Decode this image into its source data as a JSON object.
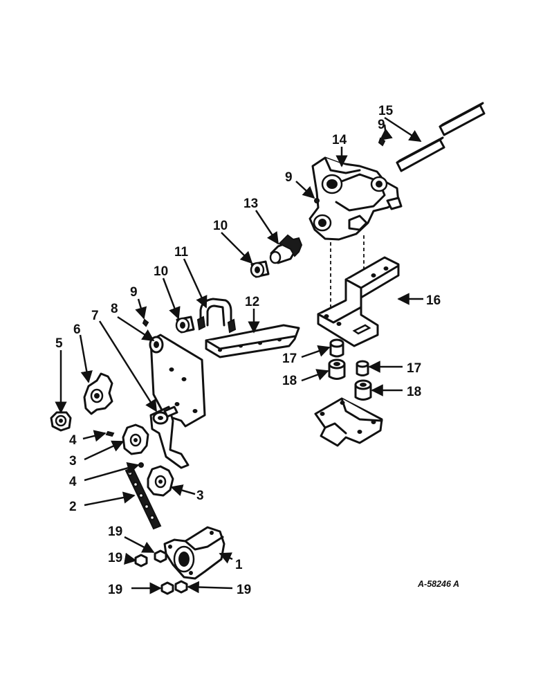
{
  "diagram": {
    "drawing_number": "A-58246 A",
    "callouts": {
      "c1": "1",
      "c2": "2",
      "c3a": "3",
      "c3b": "3",
      "c4a": "4",
      "c4b": "4",
      "c5": "5",
      "c6": "6",
      "c7": "7",
      "c8": "8",
      "c9a": "9",
      "c9b": "9",
      "c9c": "9",
      "c10a": "10",
      "c10b": "10",
      "c11": "11",
      "c12": "12",
      "c13": "13",
      "c14": "14",
      "c15": "15",
      "c16": "16",
      "c17a": "17",
      "c17b": "17",
      "c18a": "18",
      "c18b": "18",
      "c19a": "19",
      "c19b": "19",
      "c19c": "19",
      "c19d": "19"
    }
  }
}
